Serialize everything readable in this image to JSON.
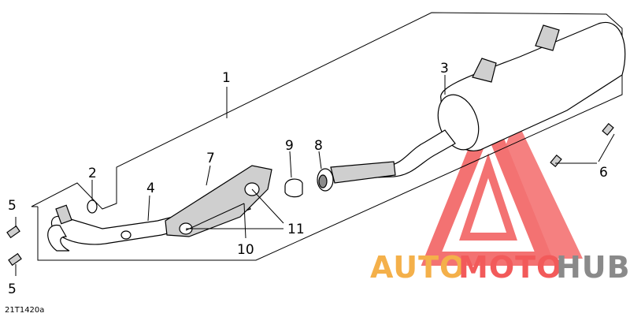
{
  "figure_code": "21T1420a",
  "callouts": {
    "c1": "1",
    "c2": "2",
    "c3": "3",
    "c4": "4",
    "c5a": "5",
    "c5b": "5",
    "c6": "6",
    "c7": "7",
    "c8": "8",
    "c9": "9",
    "c10": "10",
    "c11": "11"
  },
  "watermark": {
    "auto": "AUTO",
    "moto": "MOTO",
    "hub": "HUB",
    "colors": {
      "auto": "#f4b04a",
      "moto": "#f25a5a",
      "hub": "#8a8a8a"
    }
  }
}
